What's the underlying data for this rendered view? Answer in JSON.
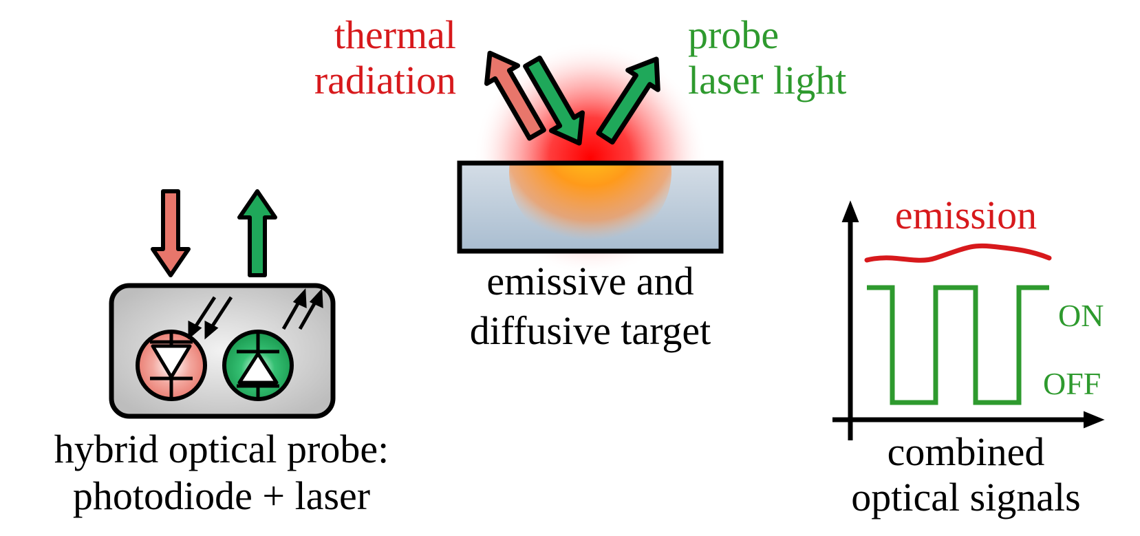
{
  "labels": {
    "thermal_line1": "thermal",
    "thermal_line2": "radiation",
    "probe_line1": "probe",
    "probe_line2": "laser light",
    "target_line1": "emissive and",
    "target_line2": "diffusive target",
    "hybrid_line1": "hybrid optical probe:",
    "hybrid_line2": "photodiode + laser",
    "signals_line1": "combined",
    "signals_line2": "optical signals",
    "emission": "emission",
    "on": "ON",
    "off": "OFF"
  },
  "colors": {
    "red_text": "#d7191c",
    "green_text": "#2e9a2e",
    "red_arrow": "#e8766b",
    "green_arrow": "#1fa85a",
    "emission_curve": "#d7191c",
    "signal_curve": "#2e9a2e",
    "target_top": "#d4dde6",
    "target_bottom": "#a9bdd0",
    "box_fill": "#d8d8d8",
    "outline": "#000000"
  },
  "icons": {
    "photodiode": "photodiode-icon",
    "laser_diode": "laser-diode-icon",
    "incoming_arrow": "arrow-down-icon",
    "outgoing_arrow": "arrow-up-icon"
  }
}
